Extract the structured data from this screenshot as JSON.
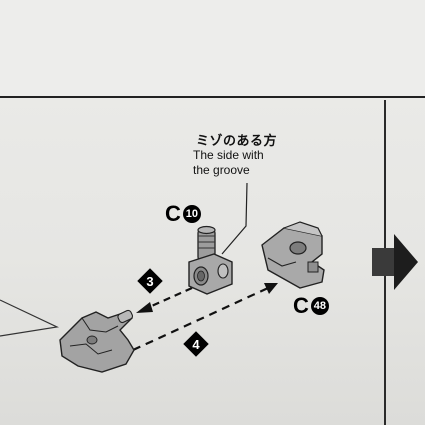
{
  "callout": {
    "jp": "ミゾのある方",
    "en_line1": "The side with",
    "en_line2": "the groove"
  },
  "parts": {
    "c10": {
      "letter": "C",
      "number": "10"
    },
    "c48": {
      "letter": "C",
      "number": "48"
    }
  },
  "steps": {
    "step3": "3",
    "step4": "4"
  },
  "icons": {
    "next_arrow": "right-arrow-icon"
  }
}
